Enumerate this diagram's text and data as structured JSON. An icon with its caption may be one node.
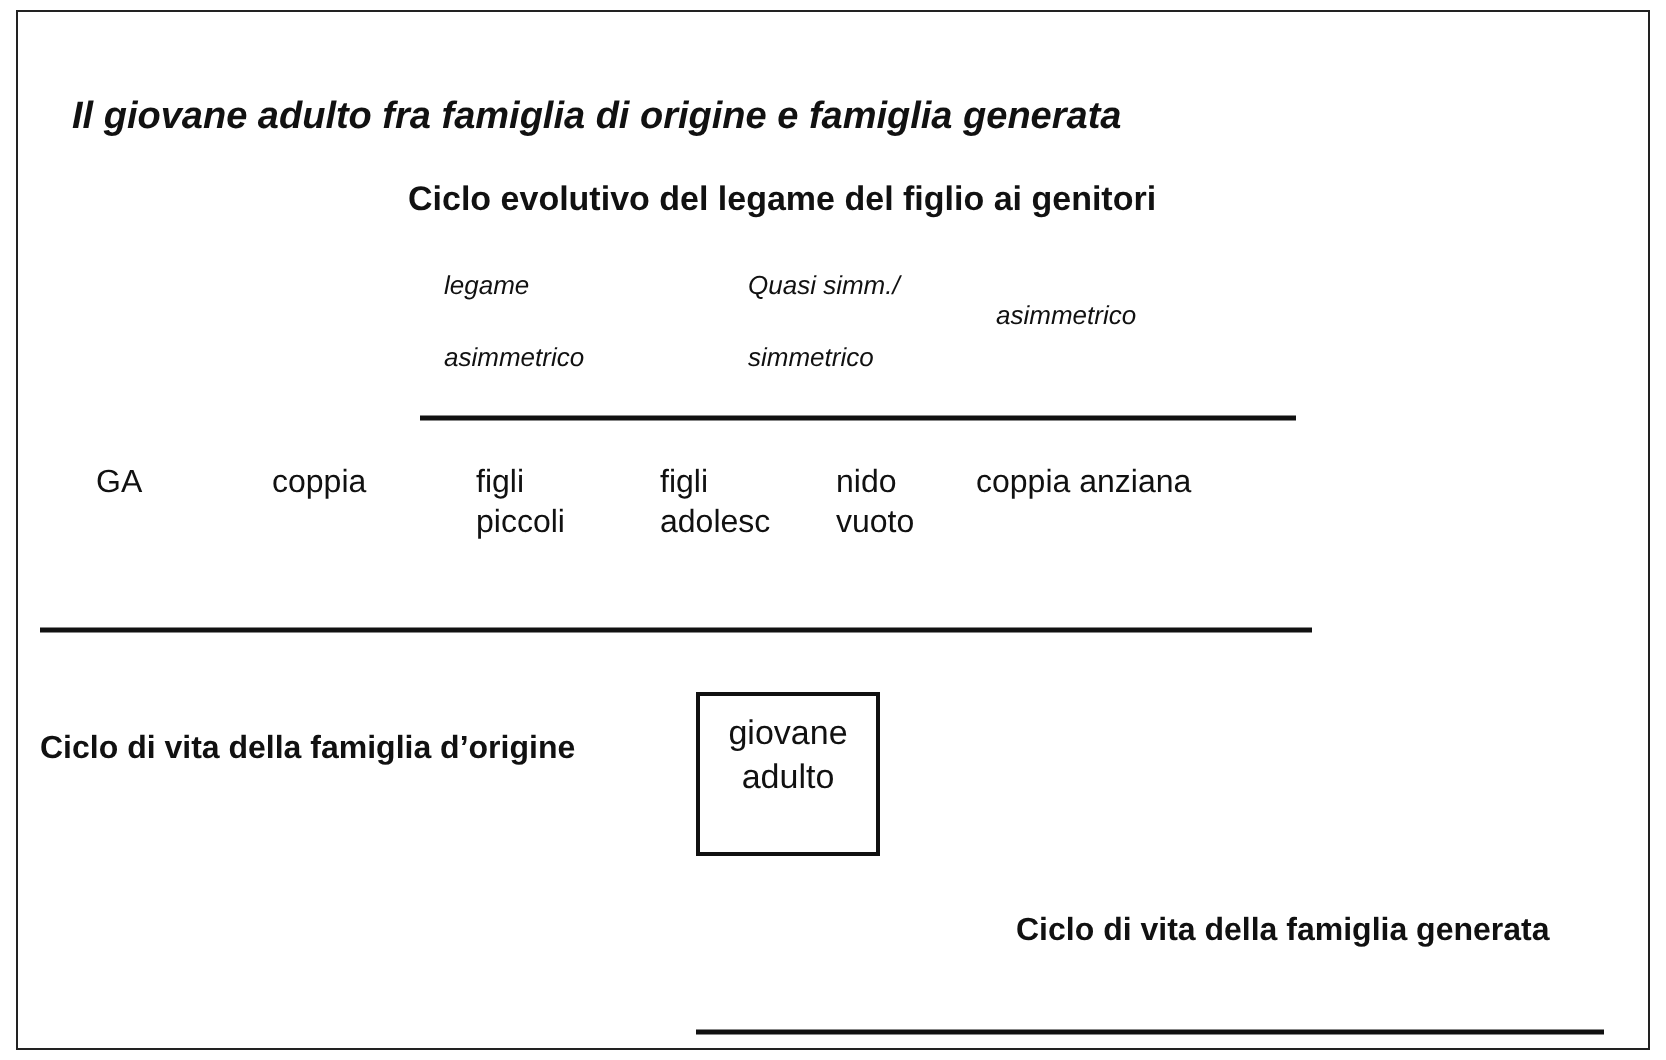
{
  "diagram": {
    "title": "Il giovane adulto fra famiglia di origine e famiglia generata",
    "nodes": [
      {
        "text": [
          "giovane adulto"
        ]
      }
    ],
    "labels": [
      "Ciclo evolutivo del legame del figlio ai genitori",
      "legame asimmetrico",
      "Quasi simm./ simmetrico",
      "asimmetrico",
      "GA",
      "coppia",
      "figli piccoli",
      "figli adolesc",
      "nido vuoto",
      "coppia anziana",
      "Ciclo di vita della famiglia d’origine",
      "Ciclo di vita della famiglia generata"
    ]
  }
}
